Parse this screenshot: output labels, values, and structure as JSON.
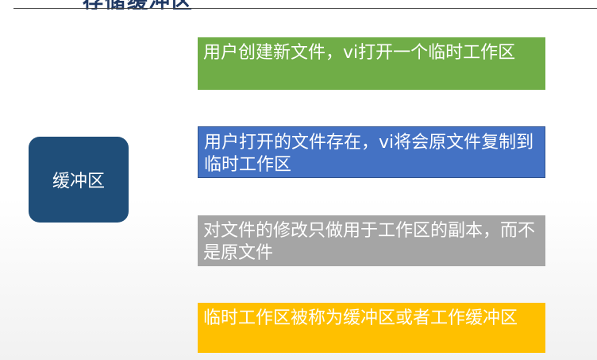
{
  "slide": {
    "title": "存储缓冲区"
  },
  "center_node": {
    "label": "缓冲区"
  },
  "boxes": [
    {
      "text": "用户创建新文件，vi打开一个临时工作区",
      "color": "#70ad47"
    },
    {
      "text": "用户打开的文件存在，vi将会原文件复制到临时工作区",
      "color": "#4472c4"
    },
    {
      "text": "对文件的修改只做用于工作区的副本，而不是原文件",
      "color": "#a5a5a5"
    },
    {
      "text": "临时工作区被称为缓冲区或者工作缓冲区",
      "color": "#ffc000"
    }
  ]
}
